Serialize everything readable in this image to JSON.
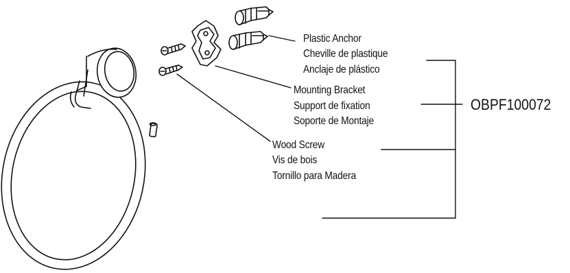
{
  "labels": {
    "plastic_anchor": {
      "en": "Plastic Anchor",
      "fr": "Cheville de plastique",
      "es": "Anclaje de plástico"
    },
    "mounting_bracket": {
      "en": "Mounting Bracket",
      "fr": "Support de fixation",
      "es": "Soporte de Montaje"
    },
    "wood_screw": {
      "en": "Wood Screw",
      "fr": "Vis de bois",
      "es": "Tornillo para Madera"
    }
  },
  "part_number": "OBPF100072",
  "colors": {
    "line": "#111111",
    "background": "#ffffff"
  }
}
